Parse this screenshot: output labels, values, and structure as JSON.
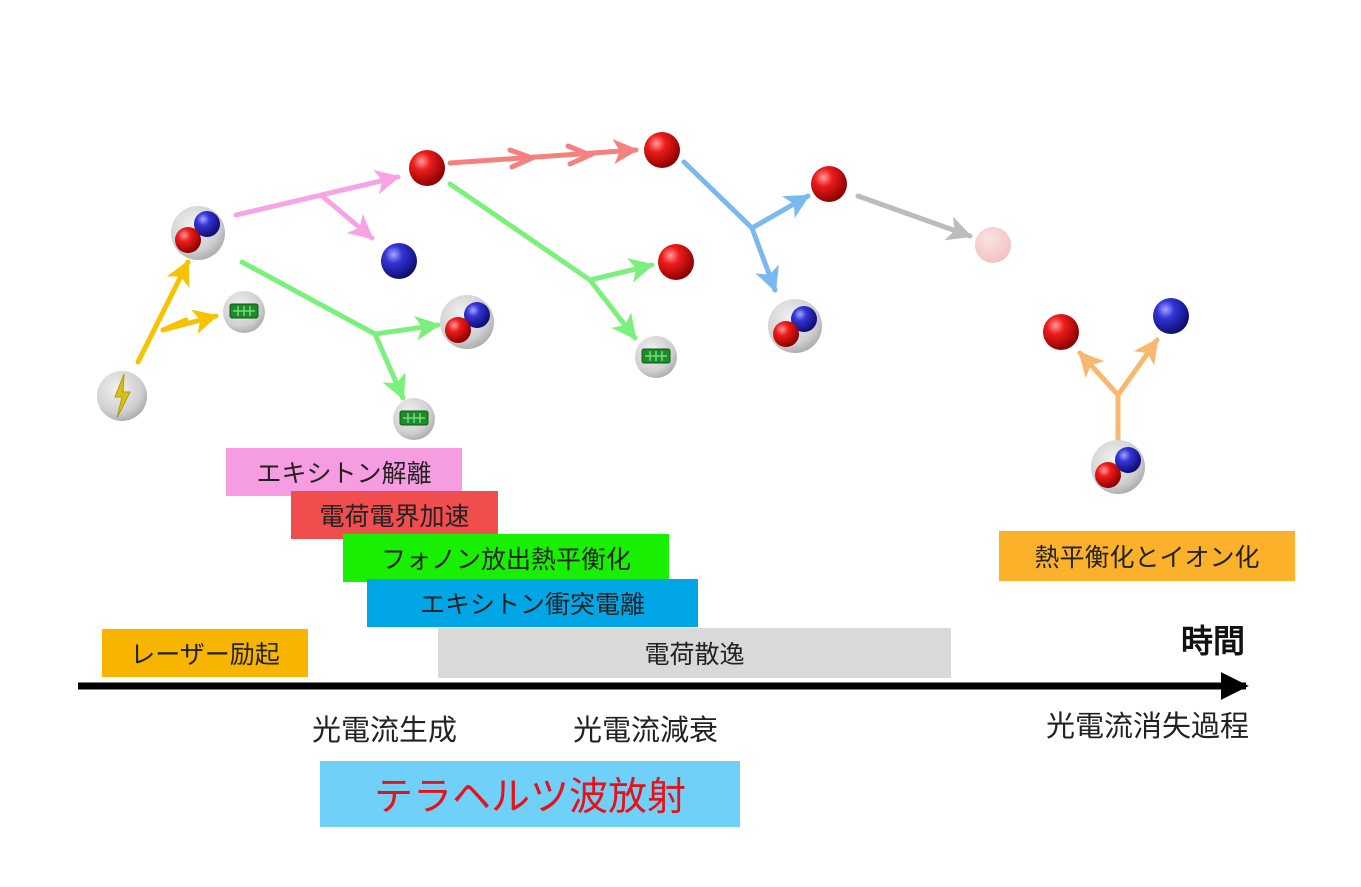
{
  "phases": {
    "exciton_dissociation": "エキシトン解離",
    "charge_acceleration": "電荷電界加速",
    "phonon_thermalization": "フォノン放出熱平衡化",
    "exciton_collision": "エキシトン衝突電離",
    "laser_excitation": "レーザー励起",
    "charge_diffusion": "電荷散逸",
    "thermal_ionization": "熱平衡化とイオン化"
  },
  "axis": {
    "label": "時間"
  },
  "captions": {
    "generation": "光電流生成",
    "decay": "光電流減衰",
    "disappearance": "光電流消失過程",
    "emission": "テラヘルツ波放射"
  },
  "colors": {
    "laser": "#f7b500",
    "pink": "#f59de0",
    "red": "#f04e4e",
    "green": "#19ef00",
    "blue": "#00a6e6",
    "gray": "#d9d9d9",
    "orange": "#fbb12a",
    "thz_box": "#6fd0f8",
    "thz_text": "#e8101a",
    "electron": "#e00000",
    "hole": "#2020c0",
    "arrow_green": "#7cf07c",
    "arrow_blue": "#7ab8f0",
    "arrow_pink": "#f7a4e4",
    "arrow_red": "#f58080",
    "arrow_gray": "#bcbcbc",
    "arrow_yellow": "#f7c200",
    "arrow_orange": "#f9b870"
  },
  "icons": {
    "particles": [
      "photon-icon",
      "exciton-icon",
      "phonon-icon",
      "electron-icon",
      "hole-icon"
    ]
  }
}
